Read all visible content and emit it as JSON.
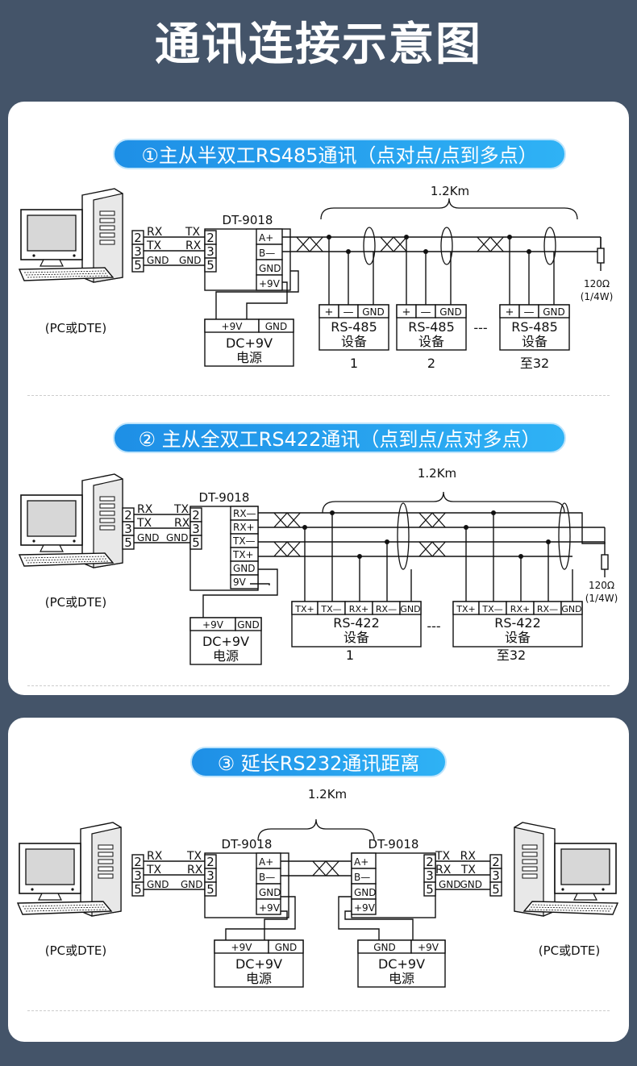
{
  "page": {
    "title": "通讯连接示意图"
  },
  "sections": [
    {
      "label": "①主从半双工RS485通讯（点对点/点到多点）"
    },
    {
      "label": "② 主从全双工RS422通讯（点到点/点对多点）"
    },
    {
      "label": "③ 延长RS232通讯距离"
    }
  ],
  "common": {
    "distance": "1.2Km",
    "converter": "DT-9018",
    "pc": "(PC或DTE)",
    "power": "DC+9V",
    "power_sub": "电源",
    "plus9v": "+9V",
    "gnd": "GND",
    "nine_v": "9V",
    "pin2": "2",
    "pin3": "3",
    "pin5": "5",
    "rx": "RX",
    "tx": "TX",
    "plus": "+",
    "minus": "—",
    "device": "设备",
    "dots": "---",
    "resistor": "120Ω",
    "resistor_power": "(1/4W)"
  },
  "rs485": {
    "terms": [
      "A+",
      "B—",
      "GND",
      "+9V"
    ],
    "device": "RS-485",
    "devices": [
      "1",
      "2",
      "至32"
    ]
  },
  "rs422": {
    "terms": [
      "RX—",
      "RX+",
      "TX—",
      "TX+",
      "GND",
      "9V"
    ],
    "dev_terms": [
      "TX+",
      "TX—",
      "RX+",
      "RX—",
      "GND"
    ],
    "device": "RS-422",
    "devices": [
      "1",
      "至32"
    ]
  }
}
